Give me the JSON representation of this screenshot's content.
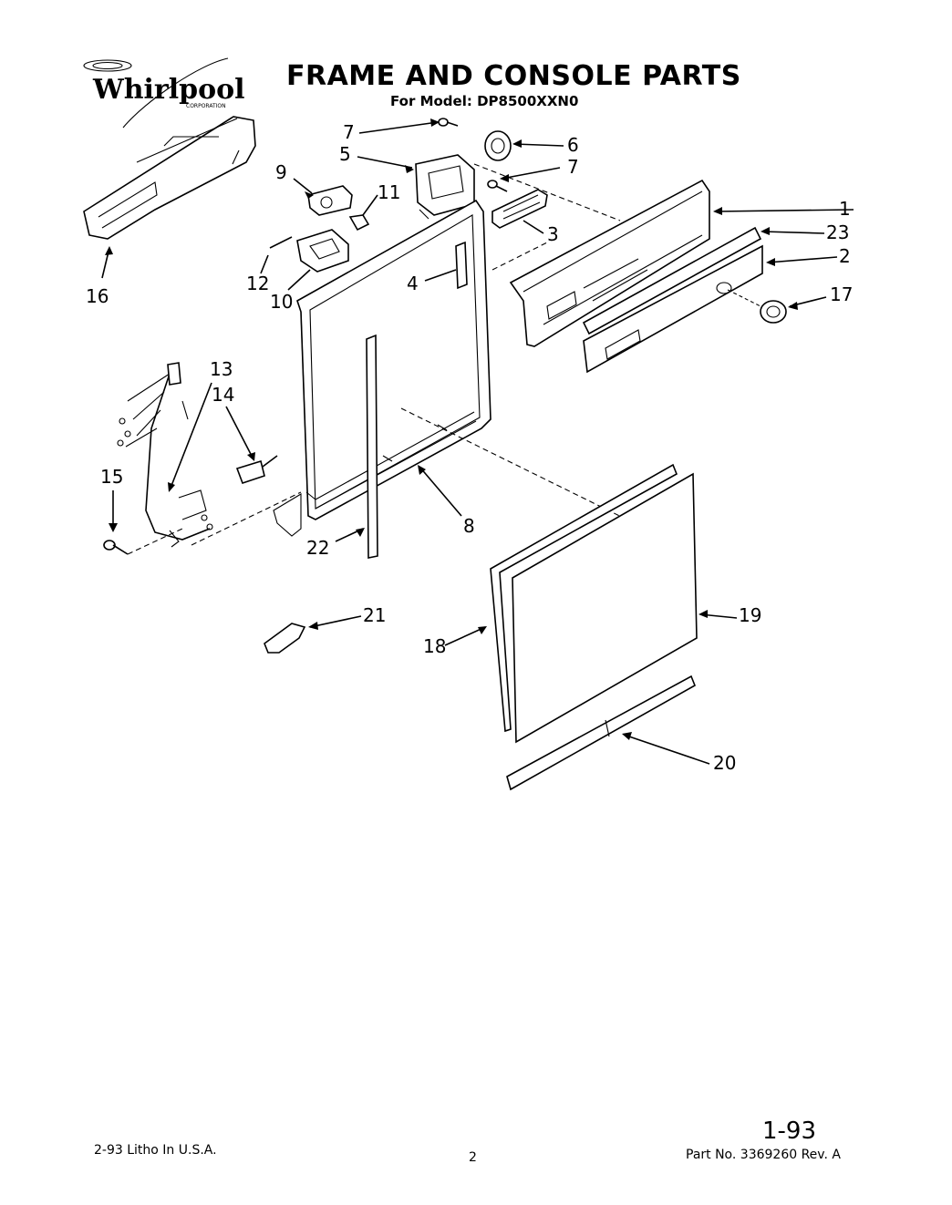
{
  "header": {
    "brand": "Whirlpool",
    "brand_sub": "CORPORATION",
    "title": "FRAME AND CONSOLE PARTS",
    "subtitle": "For Model: DP8500XXN0"
  },
  "callouts": [
    "1",
    "2",
    "3",
    "4",
    "5",
    "6",
    "7",
    "7",
    "8",
    "9",
    "10",
    "11",
    "12",
    "13",
    "14",
    "15",
    "16",
    "17",
    "18",
    "19",
    "20",
    "21",
    "22",
    "23"
  ],
  "footer": {
    "left": "2-93 Litho In U.S.A.",
    "page": "2",
    "right": "Part No. 3369260   Rev. A",
    "handwritten": "1-93"
  }
}
